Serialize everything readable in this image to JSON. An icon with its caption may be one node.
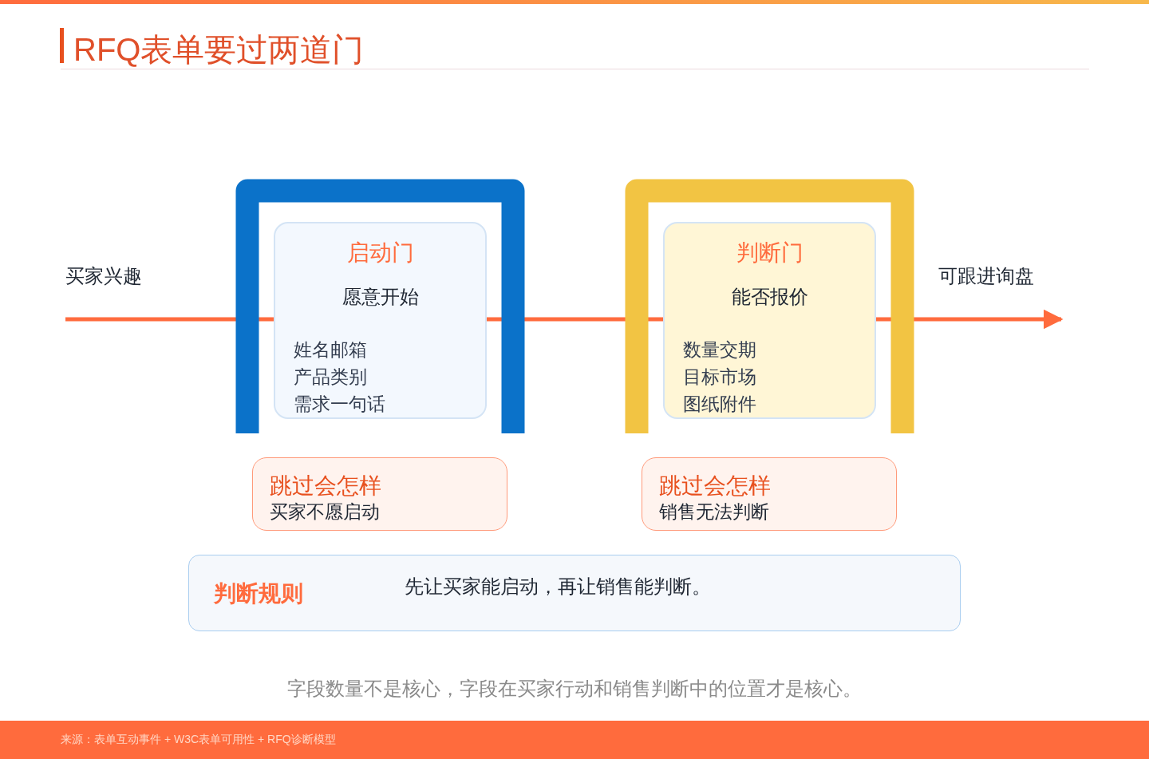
{
  "diagram": {
    "title": "RFQ表单要过两道门",
    "caption": "字段数量不是核心，字段在买家行动和销售判断中的位置才是核心。",
    "nodes": [
      {
        "text": [
          "买家兴趣"
        ]
      },
      {
        "text": [
          "启动门",
          "愿意开始",
          "姓名邮箱",
          "产品类别",
          "需求一句话"
        ]
      },
      {
        "text": [
          "判断门",
          "能否报价",
          "数量交期",
          "目标市场",
          "图纸附件"
        ]
      },
      {
        "text": [
          "可跟进询盘"
        ]
      },
      {
        "text": [
          "跳过会怎样",
          "买家不愿启动"
        ]
      },
      {
        "text": [
          "跳过会怎样",
          "销售无法判断"
        ]
      },
      {
        "text": [
          "判断规则",
          "先让买家能启动，再让销售能判断。"
        ]
      }
    ],
    "edges": [
      {
        "from": 0,
        "to": 1,
        "arrow": "none"
      },
      {
        "from": 1,
        "to": 2,
        "arrow": "none"
      },
      {
        "from": 2,
        "to": 3,
        "arrow": "to"
      }
    ],
    "labels": [
      "来源：表单互动事件 + W3C表单可用性 + RFQ诊断模型"
    ]
  }
}
